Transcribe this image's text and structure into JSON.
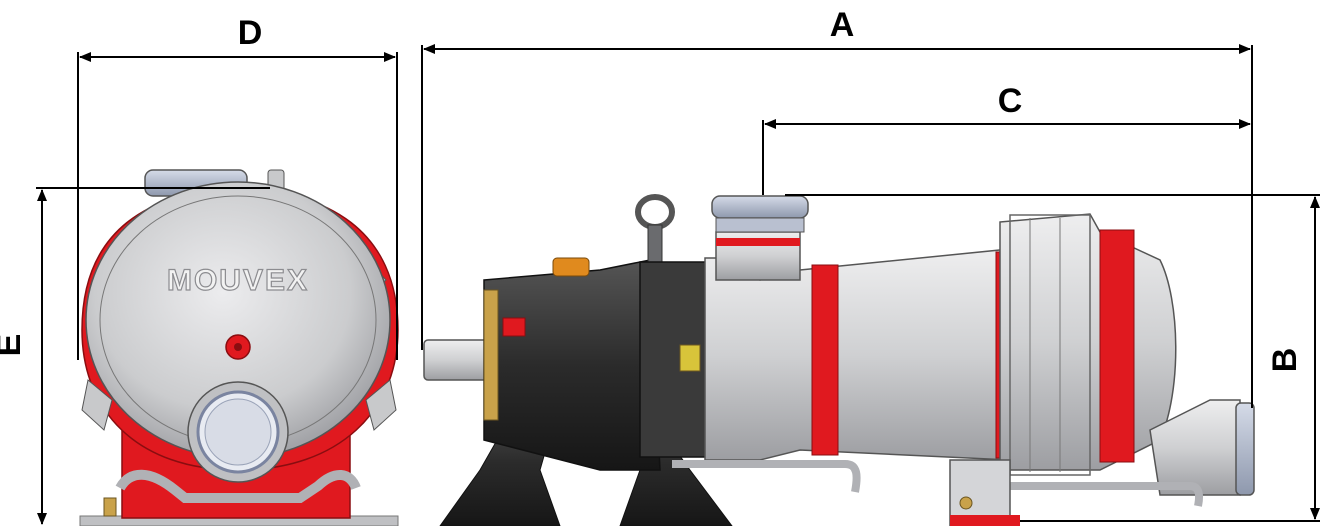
{
  "dimensions": {
    "A": "A",
    "B": "B",
    "C": "C",
    "D": "D",
    "E": "E"
  },
  "branding": {
    "logo": "MOUVEX"
  },
  "colors": {
    "housing_silver": "#cfd0d2",
    "accent_red": "#e0191f",
    "bearing_black": "#2b2b2b",
    "flange_blue_grey": "#aab4c8",
    "brass": "#c9a24a",
    "orange_cap": "#e08a1e"
  }
}
